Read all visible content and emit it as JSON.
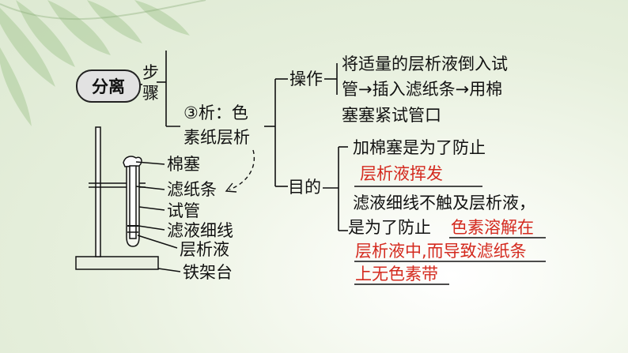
{
  "topic": "分离",
  "step_label": [
    "步",
    "骤"
  ],
  "sub_step": [
    "③析：色",
    "素纸层析"
  ],
  "branch_operation": "操作",
  "operation_text": [
    "将适量的层析液倒入试",
    "管→插入滤纸条→用棉",
    "塞塞紧试管口"
  ],
  "branch_purpose": "目的",
  "purpose_1": "加棉塞是为了防止",
  "answer_1": "层析液挥发",
  "purpose_2_lines": [
    "滤液细线不触及层析液，",
    "是为了防止"
  ],
  "answer_2": [
    "色素溶解在",
    "层析液中,而导致滤纸条",
    "上无色素带"
  ],
  "apparatus_labels": [
    "棉塞",
    "滤纸条",
    "试管",
    "滤液细线",
    "层析液",
    "铁架台"
  ],
  "colors": {
    "answer": "#d42a1f",
    "text": "#111111"
  }
}
